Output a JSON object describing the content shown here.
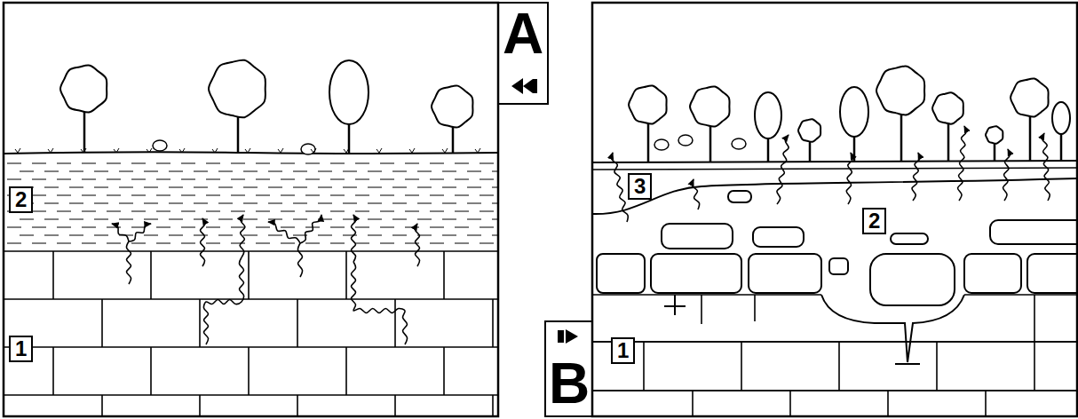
{
  "diagram": {
    "labels": [
      "2",
      "1",
      "A",
      "B",
      "3",
      "2",
      "1"
    ]
  }
}
